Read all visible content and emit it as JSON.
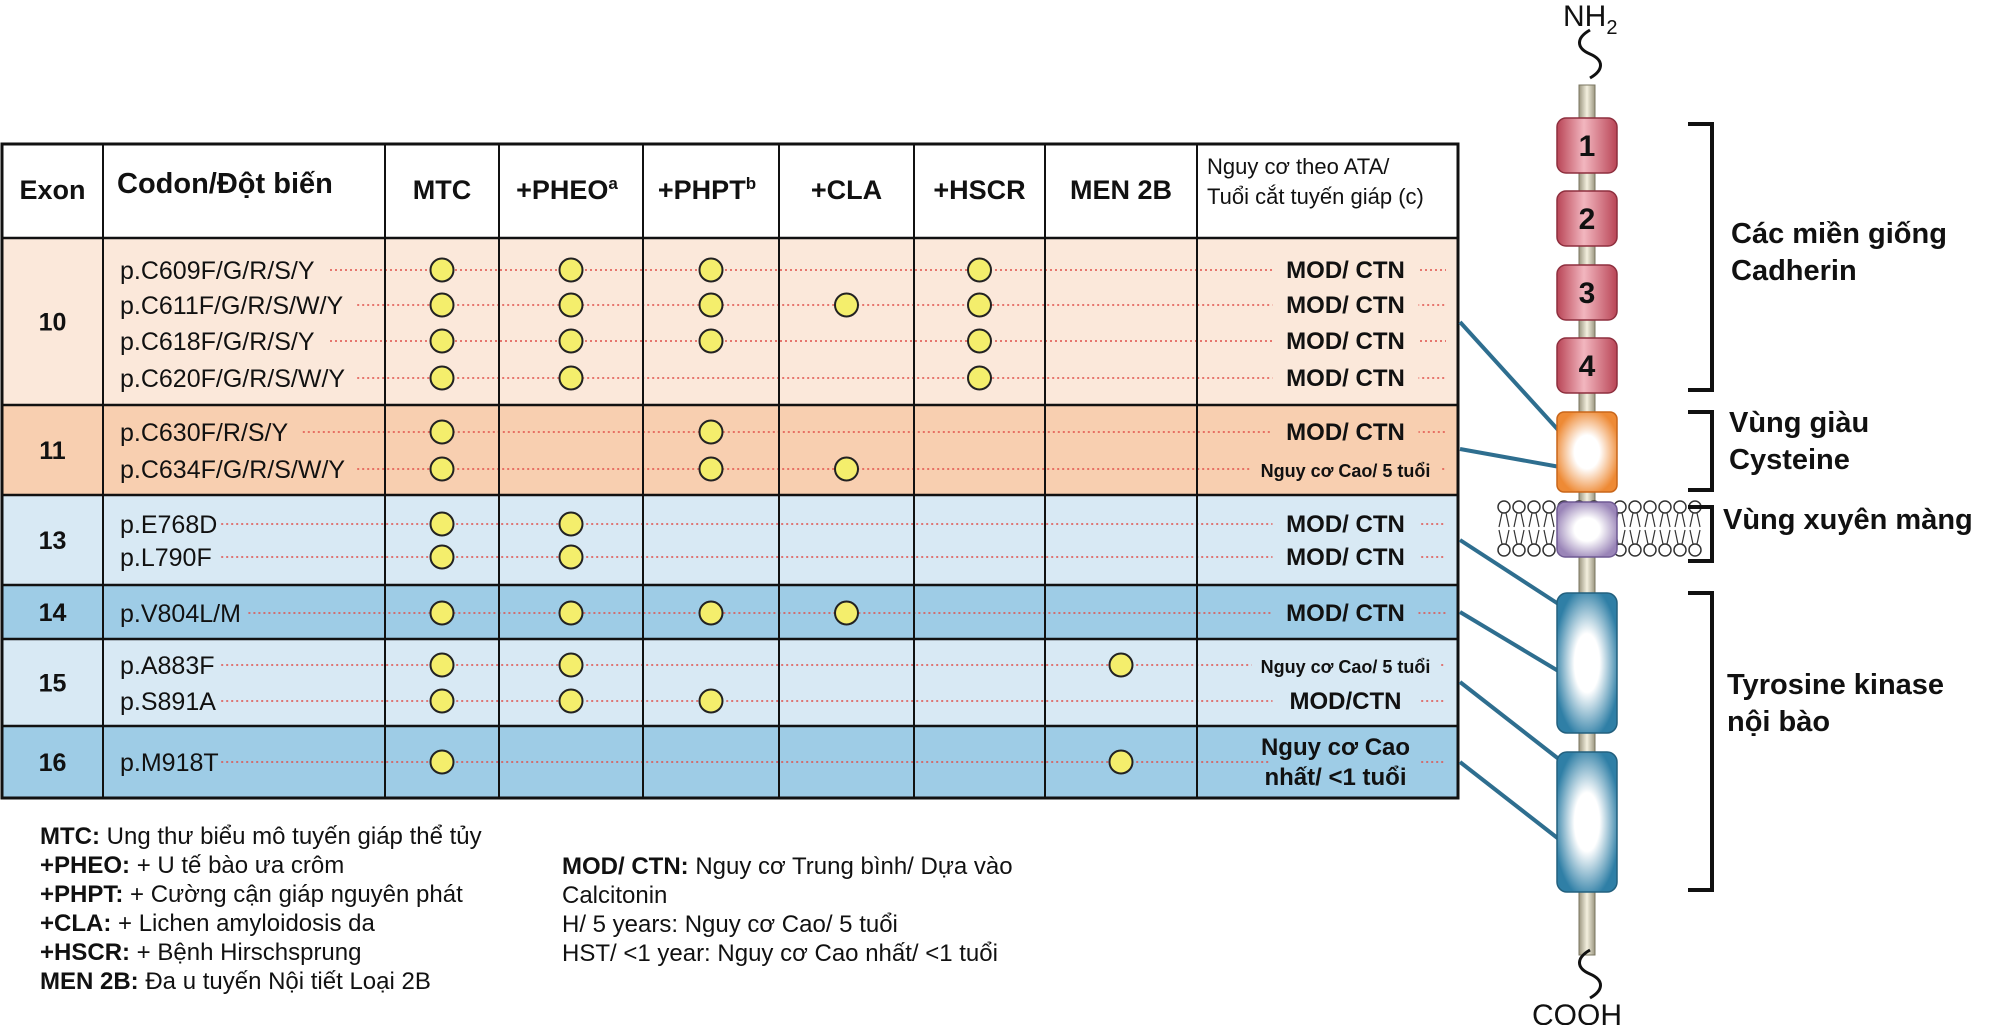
{
  "table": {
    "headers": {
      "exon": "Exon",
      "codon": "Codon/Đột biến",
      "mtc": "MTC",
      "pheo": "+PHEO",
      "pheo_sup": "a",
      "phpt": "+PHPT",
      "phpt_sup": "b",
      "cla": "+CLA",
      "hscr": "+HSCR",
      "men2b": "MEN 2B",
      "risk_line1": "Nguy cơ theo ATA/",
      "risk_line2": "Tuổi cắt tuyến giáp (c)"
    },
    "groups": [
      {
        "exon": "10",
        "fill": "#fbe8da",
        "rows": [
          {
            "codon": "p.C609F/G/R/S/Y",
            "marks": [
              1,
              1,
              1,
              0,
              1,
              0
            ],
            "risk": [
              "MOD/ CTN"
            ],
            "small": false
          },
          {
            "codon": "p.C611F/G/R/S/W/Y",
            "marks": [
              1,
              1,
              1,
              1,
              1,
              0
            ],
            "risk": [
              "MOD/ CTN"
            ],
            "small": false
          },
          {
            "codon": "p.C618F/G/R/S/Y",
            "marks": [
              1,
              1,
              1,
              0,
              1,
              0
            ],
            "risk": [
              "MOD/ CTN"
            ],
            "small": false
          },
          {
            "codon": "p.C620F/G/R/S/W/Y",
            "marks": [
              1,
              1,
              0,
              0,
              1,
              0
            ],
            "risk": [
              "MOD/ CTN"
            ],
            "small": false
          }
        ]
      },
      {
        "exon": "11",
        "fill": "#f8cfb0",
        "rows": [
          {
            "codon": "p.C630F/R/S/Y",
            "marks": [
              1,
              0,
              1,
              0,
              0,
              0
            ],
            "risk": [
              "MOD/ CTN"
            ],
            "small": false
          },
          {
            "codon": "p.C634F/G/R/S/W/Y",
            "marks": [
              1,
              0,
              1,
              1,
              0,
              0
            ],
            "risk": [
              "Nguy cơ Cao/ 5 tuổi"
            ],
            "small": true
          }
        ]
      },
      {
        "exon": "13",
        "fill": "#d8e9f4",
        "rows": [
          {
            "codon": "p.E768D",
            "marks": [
              1,
              1,
              0,
              0,
              0,
              0
            ],
            "risk": [
              "MOD/ CTN"
            ],
            "small": false
          },
          {
            "codon": "p.L790F",
            "marks": [
              1,
              1,
              0,
              0,
              0,
              0
            ],
            "risk": [
              "MOD/ CTN"
            ],
            "small": false
          }
        ]
      },
      {
        "exon": "14",
        "fill": "#9ecce6",
        "rows": [
          {
            "codon": "p.V804L/M",
            "marks": [
              1,
              1,
              1,
              1,
              0,
              0
            ],
            "risk": [
              "MOD/ CTN"
            ],
            "small": false
          }
        ]
      },
      {
        "exon": "15",
        "fill": "#d8e9f4",
        "rows": [
          {
            "codon": "p.A883F",
            "marks": [
              1,
              1,
              0,
              0,
              0,
              1
            ],
            "risk": [
              "Nguy cơ Cao/ 5 tuổi"
            ],
            "small": true
          },
          {
            "codon": "p.S891A",
            "marks": [
              1,
              1,
              1,
              0,
              0,
              0
            ],
            "risk": [
              "MOD/CTN"
            ],
            "small": false
          }
        ]
      },
      {
        "exon": "16",
        "fill": "#9ecce6",
        "rows": [
          {
            "codon": "p.M918T",
            "marks": [
              1,
              0,
              0,
              0,
              0,
              1
            ],
            "risk": [
              "Nguy cơ Cao",
              "nhất/ <1 tuổi"
            ],
            "small": false
          }
        ]
      }
    ]
  },
  "legend_left": [
    {
      "key": "MTC:",
      "text": " Ung thư biểu mô tuyến giáp thể tủy"
    },
    {
      "key": "+PHEO:",
      "text": " + U tế bào ưa crôm"
    },
    {
      "key": "+PHPT:",
      "text": " + Cường cận giáp nguyên phát"
    },
    {
      "key": "+CLA:",
      "text": " + Lichen amyloidosis da"
    },
    {
      "key": "+HSCR:",
      "text": " + Bệnh Hirschsprung"
    },
    {
      "key": "MEN 2B:",
      "text": " Đa u tuyến Nội tiết Loại 2B"
    }
  ],
  "legend_right": {
    "key": "MOD/ CTN:",
    "text": " Nguy cơ Trung bình/ Dựa vào Calcitonin",
    "line2": "H/ 5 years: Nguy cơ Cao/ 5 tuổi",
    "line3": "HST/ <1 year: Nguy cơ Cao nhất/ <1 tuổi"
  },
  "protein": {
    "nterm": "NH",
    "nterm_sub": "2",
    "cterm": "COOH",
    "cadherin_numbers": [
      "1",
      "2",
      "3",
      "4"
    ],
    "labels": {
      "cadherin": [
        "Các miền giống",
        "Cadherin"
      ],
      "cysteine": [
        "Vùng giàu",
        "Cysteine"
      ],
      "transmembrane": [
        "Vùng xuyên màng"
      ],
      "kinase": [
        "Tyrosine kinase",
        "nội bào"
      ]
    }
  },
  "colors": {
    "dot": "#f4ee6c",
    "cadherin": "#d0606f",
    "cysteine": "#ee8a35",
    "transmembrane": "#9a85b8",
    "kinase": "#2f7fa6",
    "connector": "#2e6e8f",
    "dotted_line": "#e0504a"
  }
}
